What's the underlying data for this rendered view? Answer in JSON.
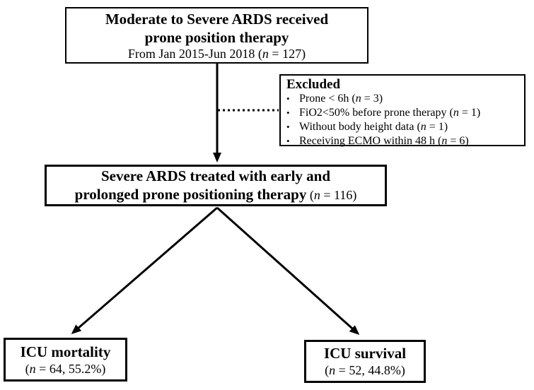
{
  "flowchart": {
    "bullet": "•",
    "colors": {
      "ink": "#000000",
      "paper": "#ffffff"
    },
    "top_box": {
      "line1": "Moderate to Severe ARDS received",
      "line2": "prone position therapy",
      "note": {
        "pre": "From Jan 2015-Jun 2018 (",
        "n": "n",
        "post": " = 127)"
      }
    },
    "excluded_box": {
      "title": "Excluded",
      "items": [
        {
          "pre": "Prone < 6h (",
          "n": "n",
          "post": " = 3)"
        },
        {
          "pre": "FiO2<50% before prone therapy (",
          "n": "n",
          "post": " = 1)"
        },
        {
          "pre": "Without body height data (",
          "n": "n",
          "post": " = 1)"
        },
        {
          "pre": "Receiving ECMO within 48 h (",
          "n": "n",
          "post": " = 6)"
        }
      ]
    },
    "middle_box": {
      "line1": "Severe ARDS treated with early and",
      "line2_bold": "prolonged prone positioning therapy",
      "line2_note": {
        "pre": " (",
        "n": "n",
        "post": " = 116)"
      }
    },
    "mortality_box": {
      "title": "ICU mortality",
      "note": {
        "pre": "(",
        "n": "n",
        "post": " = 64, 55.2%)"
      }
    },
    "survival_box": {
      "title": "ICU survival",
      "note": {
        "pre": "(",
        "n": "n",
        "post": " = 52, 44.8%)"
      }
    }
  }
}
